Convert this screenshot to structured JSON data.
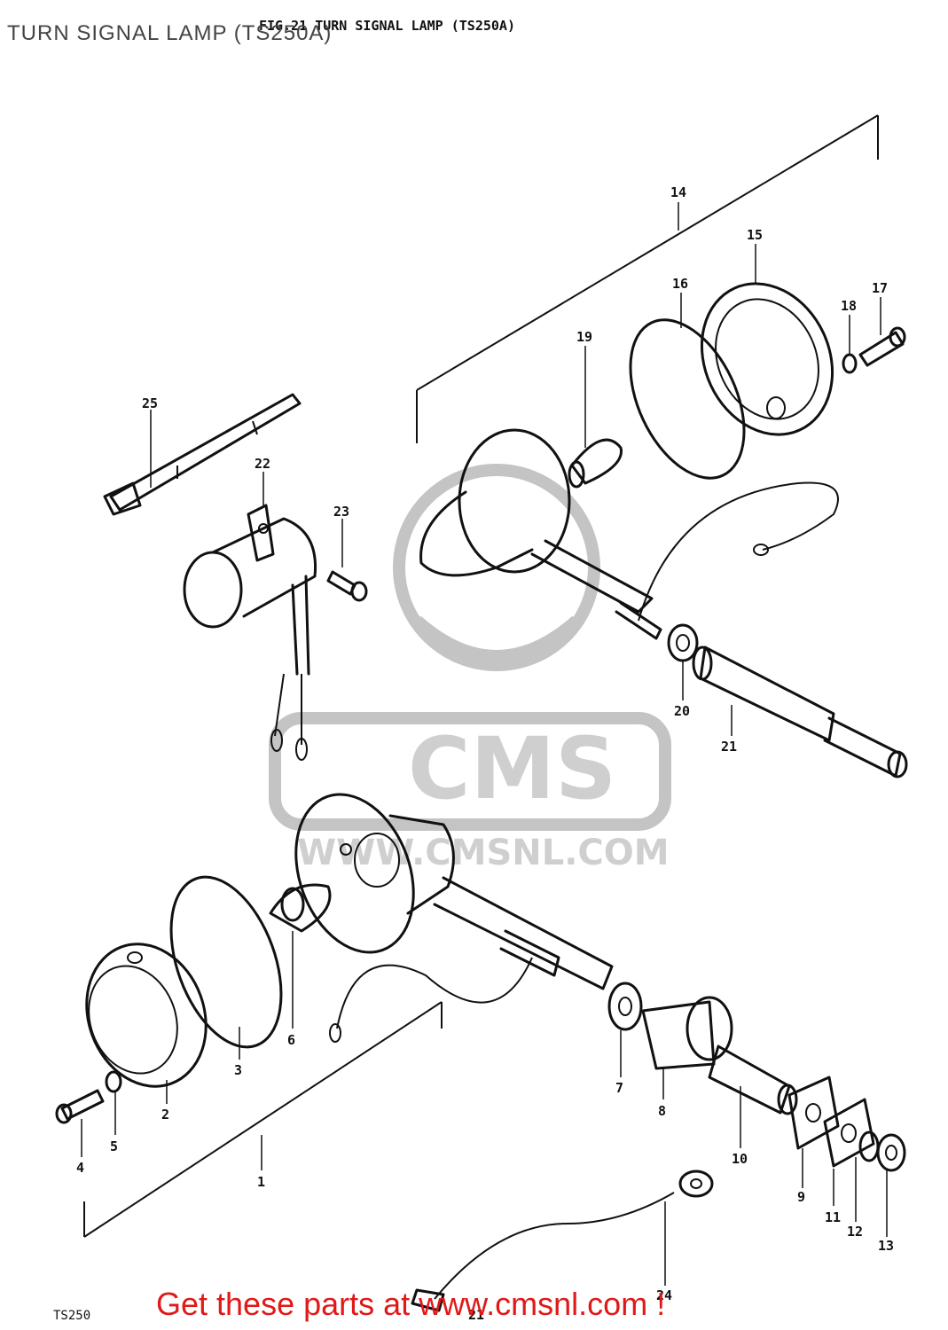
{
  "page": {
    "overlay_title": "TURN SIGNAL LAMP (TS250A)",
    "figure_caption": "FIG.21  TURN SIGNAL LAMP (TS250A)",
    "model_tag": "TS250",
    "promo_link": "Get these parts at www.cmsnl.com !"
  },
  "watermark": {
    "brand": "CMS",
    "url": "WWW.CMSNL.COM"
  },
  "colors": {
    "ink": "#111111",
    "promo": "#e01919",
    "watermark": "#c4c4c4"
  },
  "callouts": [
    {
      "id": "1",
      "label": "1"
    },
    {
      "id": "2",
      "label": "2"
    },
    {
      "id": "3",
      "label": "3"
    },
    {
      "id": "4",
      "label": "4"
    },
    {
      "id": "5",
      "label": "5"
    },
    {
      "id": "6",
      "label": "6"
    },
    {
      "id": "7",
      "label": "7"
    },
    {
      "id": "8",
      "label": "8"
    },
    {
      "id": "9",
      "label": "9"
    },
    {
      "id": "10",
      "label": "10"
    },
    {
      "id": "11",
      "label": "11"
    },
    {
      "id": "12",
      "label": "12"
    },
    {
      "id": "13",
      "label": "13"
    },
    {
      "id": "14",
      "label": "14"
    },
    {
      "id": "15",
      "label": "15"
    },
    {
      "id": "16",
      "label": "16"
    },
    {
      "id": "17",
      "label": "17"
    },
    {
      "id": "18",
      "label": "18"
    },
    {
      "id": "19",
      "label": "19"
    },
    {
      "id": "20",
      "label": "20"
    },
    {
      "id": "21a",
      "label": "21"
    },
    {
      "id": "21b",
      "label": "21"
    },
    {
      "id": "22",
      "label": "22"
    },
    {
      "id": "23",
      "label": "23"
    },
    {
      "id": "24",
      "label": "24"
    },
    {
      "id": "25",
      "label": "25"
    }
  ]
}
